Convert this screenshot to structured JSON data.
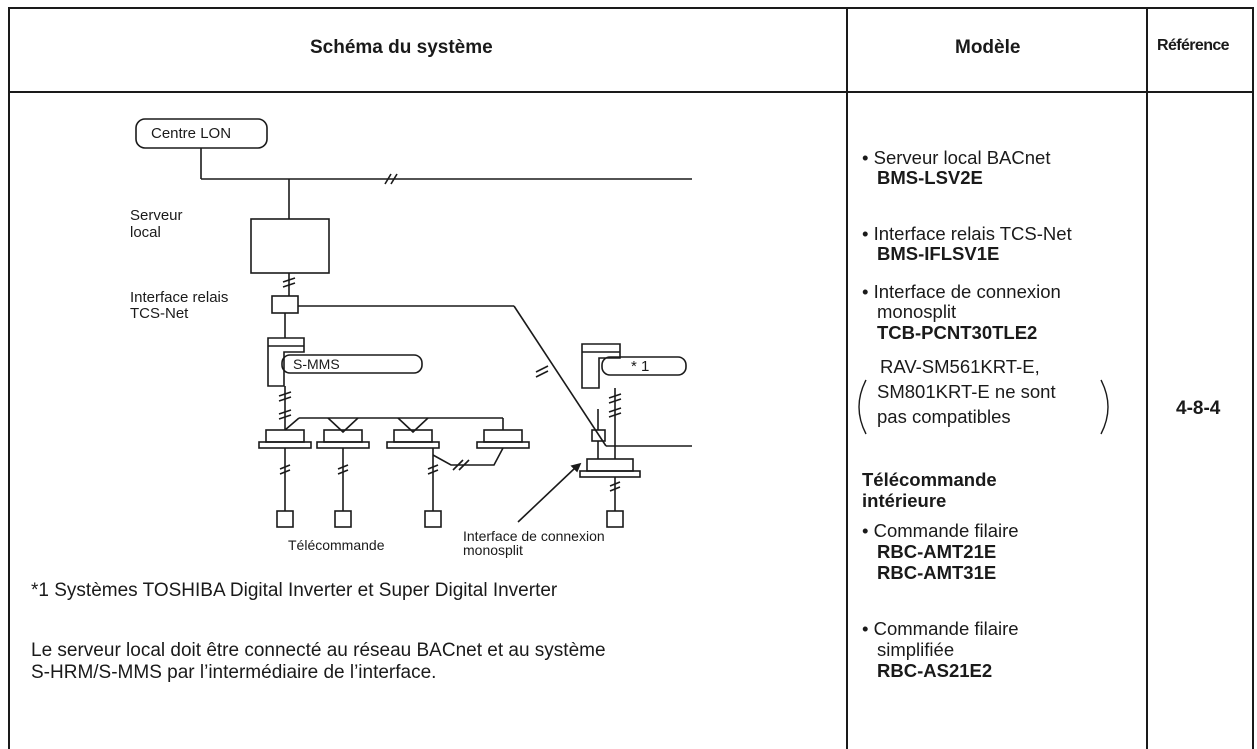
{
  "header": {
    "col1": "Schéma du système",
    "col2": "Modèle",
    "col3": "Référence"
  },
  "diagram": {
    "centre_lon": "Centre LON",
    "serveur_local": [
      "Serveur",
      "local"
    ],
    "interface_relais": [
      "Interface relais",
      "TCS-Net"
    ],
    "s_mms": "S-MMS",
    "star1": "* 1",
    "telecommande": "Télécommande",
    "interface_connexion": [
      "Interface de connexion",
      "monosplit"
    ]
  },
  "notes": {
    "footnote": "*1  Systèmes TOSHIBA Digital Inverter et Super Digital Inverter",
    "para_line1": "Le serveur local doit être connecté au réseau BACnet et au système",
    "para_line2": "S-HRM/S-MMS par l’intermédiaire de l’interface."
  },
  "models": {
    "m1_label": "• Serveur local BACnet",
    "m1_code": "BMS-LSV2E",
    "m2_label": "• Interface relais TCS-Net",
    "m2_code": "BMS-IFLSV1E",
    "m3_label1": "• Interface de connexion",
    "m3_label2": "monosplit",
    "m3_code": "TCB-PCNT30TLE2",
    "paren_line1": "RAV-SM561KRT-E,",
    "paren_line2": "SM801KRT-E ne sont",
    "paren_line3": "pas compatibles",
    "heading1": "Télécommande",
    "heading2": "intérieure",
    "m4_label": "• Commande filaire",
    "m4_code1": "RBC-AMT21E",
    "m4_code2": "RBC-AMT31E",
    "m5_label1": "• Commande filaire",
    "m5_label2": "simplifiée",
    "m5_code": "RBC-AS21E2"
  },
  "reference": "4-8-4"
}
